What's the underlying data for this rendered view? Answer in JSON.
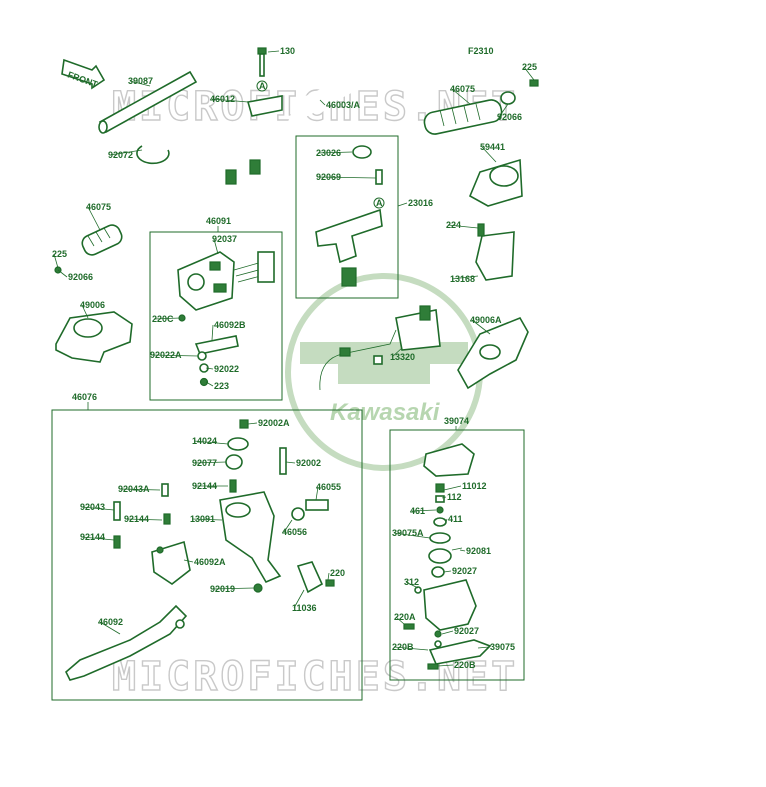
{
  "figure_code": "F2310",
  "direction_tag": "FRONT",
  "watermark": "MICROFICHES.NET",
  "logo_text": "Kawasaki",
  "frame_labels": {
    "switch_housing": "46091",
    "lever_assembly": "46076",
    "brake_master": "39074"
  },
  "part_labels": [
    "130",
    "39087",
    "46012",
    "46003/A",
    "225",
    "46075",
    "92066",
    "92072",
    "23026",
    "92069",
    "23016",
    "59441",
    "46075",
    "225",
    "92066",
    "92037",
    "224",
    "13168",
    "49006",
    "220C",
    "46092B",
    "92022A",
    "92022",
    "223",
    "49006A",
    "13320",
    "92002A",
    "14024",
    "92077",
    "92002",
    "92043A",
    "92144",
    "46055",
    "112",
    "11012",
    "92043",
    "92144",
    "13091",
    "46056",
    "461",
    "411",
    "92144",
    "46092A",
    "39075A",
    "92081",
    "92027",
    "220",
    "92019",
    "11036",
    "312",
    "220A",
    "92027",
    "46092",
    "220B",
    "39075",
    "220B"
  ],
  "callouts": [
    "A",
    "A"
  ]
}
